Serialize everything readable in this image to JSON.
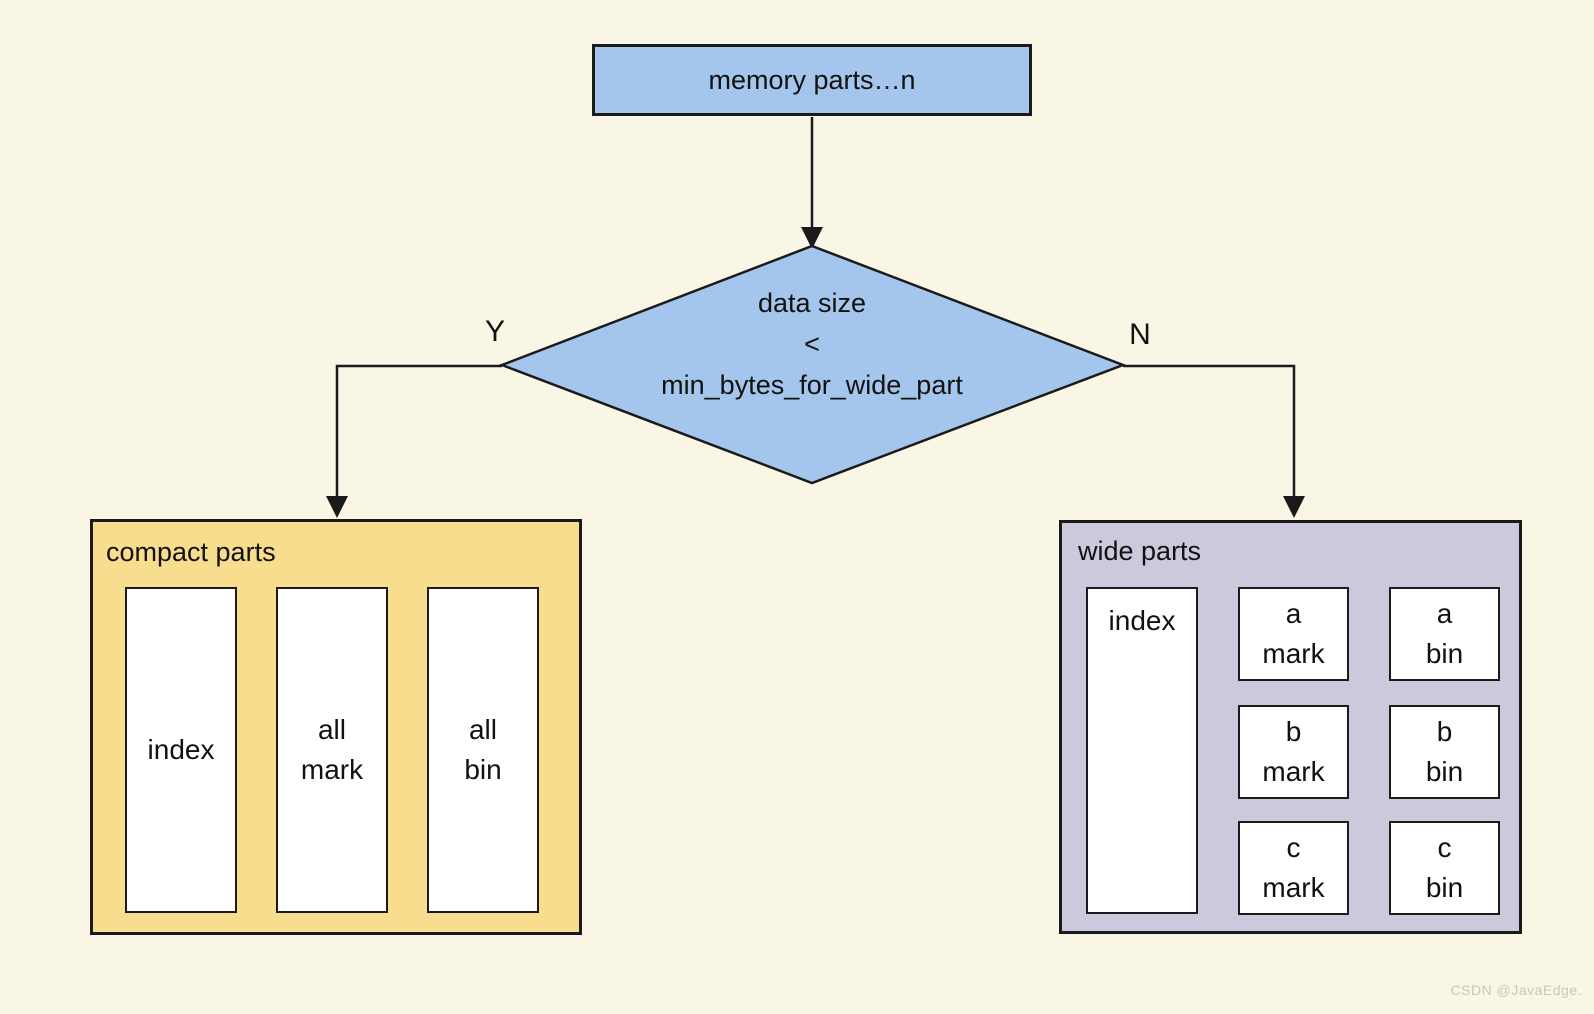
{
  "colors": {
    "background": "#F9F6E5",
    "node_blue": "#A5C6EC",
    "compact_yellow": "#F8DD8F",
    "wide_lavender": "#CBC9DB",
    "border": "#1A1A1A",
    "cell_white": "#FFFFFF",
    "watermark_gray": "#C9C6BD"
  },
  "nodes": {
    "memory": {
      "label": "memory parts…n"
    },
    "decision": {
      "line1": "data size",
      "line2": "<",
      "line3": "min_bytes_for_wide_part"
    },
    "branch_yes": "Y",
    "branch_no": "N"
  },
  "compact": {
    "title": "compact parts",
    "columns": [
      {
        "line1": "index",
        "line2": ""
      },
      {
        "line1": "all",
        "line2": "mark"
      },
      {
        "line1": "all",
        "line2": "bin"
      }
    ]
  },
  "wide": {
    "title": "wide parts",
    "index_label": "index",
    "cells": [
      {
        "line1": "a",
        "line2": "mark"
      },
      {
        "line1": "a",
        "line2": "bin"
      },
      {
        "line1": "b",
        "line2": "mark"
      },
      {
        "line1": "b",
        "line2": "bin"
      },
      {
        "line1": "c",
        "line2": "mark"
      },
      {
        "line1": "c",
        "line2": "bin"
      }
    ]
  },
  "watermark": "CSDN @JavaEdge."
}
